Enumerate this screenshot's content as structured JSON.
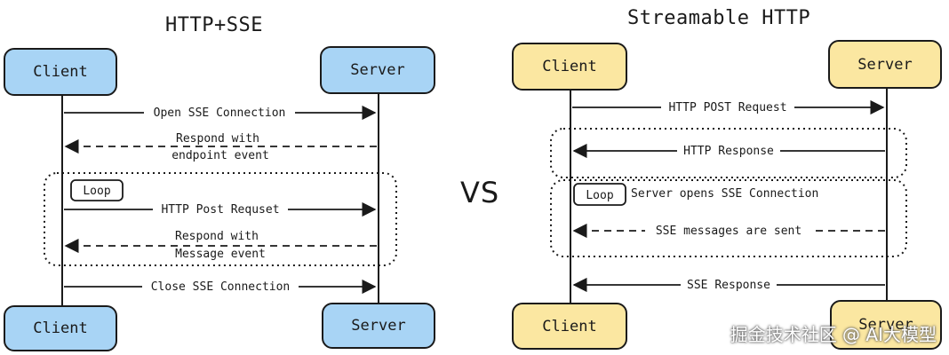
{
  "left": {
    "title": "HTTP+SSE",
    "client_label": "Client",
    "server_label": "Server",
    "loop_label": "Loop",
    "messages": {
      "open": "Open SSE Connection",
      "respond_endpoint_1": "Respond with",
      "respond_endpoint_2": "endpoint event",
      "post": "HTTP Post Requset",
      "respond_message_1": "Respond with",
      "respond_message_2": "Message event",
      "close": "Close SSE Connection"
    }
  },
  "vs_label": "VS",
  "right": {
    "title": "Streamable HTTP",
    "client_label": "Client",
    "server_label": "Server",
    "loop_label": "Loop",
    "messages": {
      "post": "HTTP POST Request",
      "response": "HTTP Response",
      "server_opens": "Server opens SSE Connection",
      "sse_sent": "SSE messages are sent",
      "sse_response": "SSE Response"
    }
  },
  "watermark": "掘金技术社区 @ AI大模型",
  "colors": {
    "client_server_left": "#a8d4f5",
    "client_server_right": "#fbe7a1",
    "line": "#1a1a1a"
  }
}
